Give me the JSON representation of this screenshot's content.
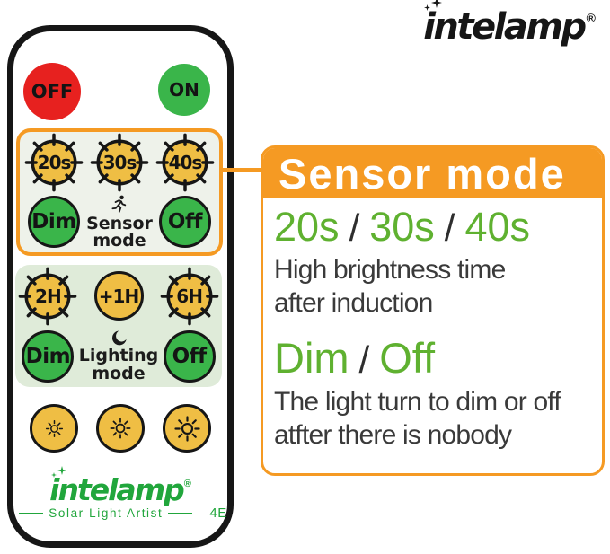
{
  "brand": {
    "name": "intelamp",
    "registered": "®",
    "tagline": "Solar Light Artist",
    "model": "4E"
  },
  "remote": {
    "power_off": "OFF",
    "power_on": "ON",
    "sensor": {
      "times": [
        "20s",
        "30s",
        "40s"
      ],
      "dim": "Dim",
      "off": "Off",
      "label_line1": "Sensor",
      "label_line2": "mode"
    },
    "lighting": {
      "times": [
        "2H",
        "+1H",
        "6H"
      ],
      "dim": "Dim",
      "off": "Off",
      "label_line1": "Lighting",
      "label_line2": "mode"
    }
  },
  "callout": {
    "title": "Sensor mode",
    "separator": "/",
    "times": [
      "20s",
      "30s",
      "40s"
    ],
    "times_desc_line1": "High brightness time",
    "times_desc_line2": "after induction",
    "states": [
      "Dim",
      "Off"
    ],
    "states_desc_line1": "The light turn to dim or off",
    "states_desc_line2": "atfter there is nobody"
  },
  "icons": {
    "sensor_mode": "running-person-icon",
    "lighting_mode": "moon-icon",
    "brightness": [
      "sun-low-icon",
      "sun-medium-icon",
      "sun-high-icon"
    ],
    "timer_buttons": "timer-dial-icon",
    "logo": "sparkle-icon"
  },
  "colors": {
    "orange": "#F59A23",
    "red_button": "#E7211F",
    "green_button": "#3AB54A",
    "yellow_button": "#EFBE44",
    "green_text": "#5FB130",
    "logo_green": "#21A63C",
    "sensor_bg": "#EEF2EA",
    "lighting_bg": "#DFEBD9",
    "dark_text": "#3A3A3A"
  }
}
